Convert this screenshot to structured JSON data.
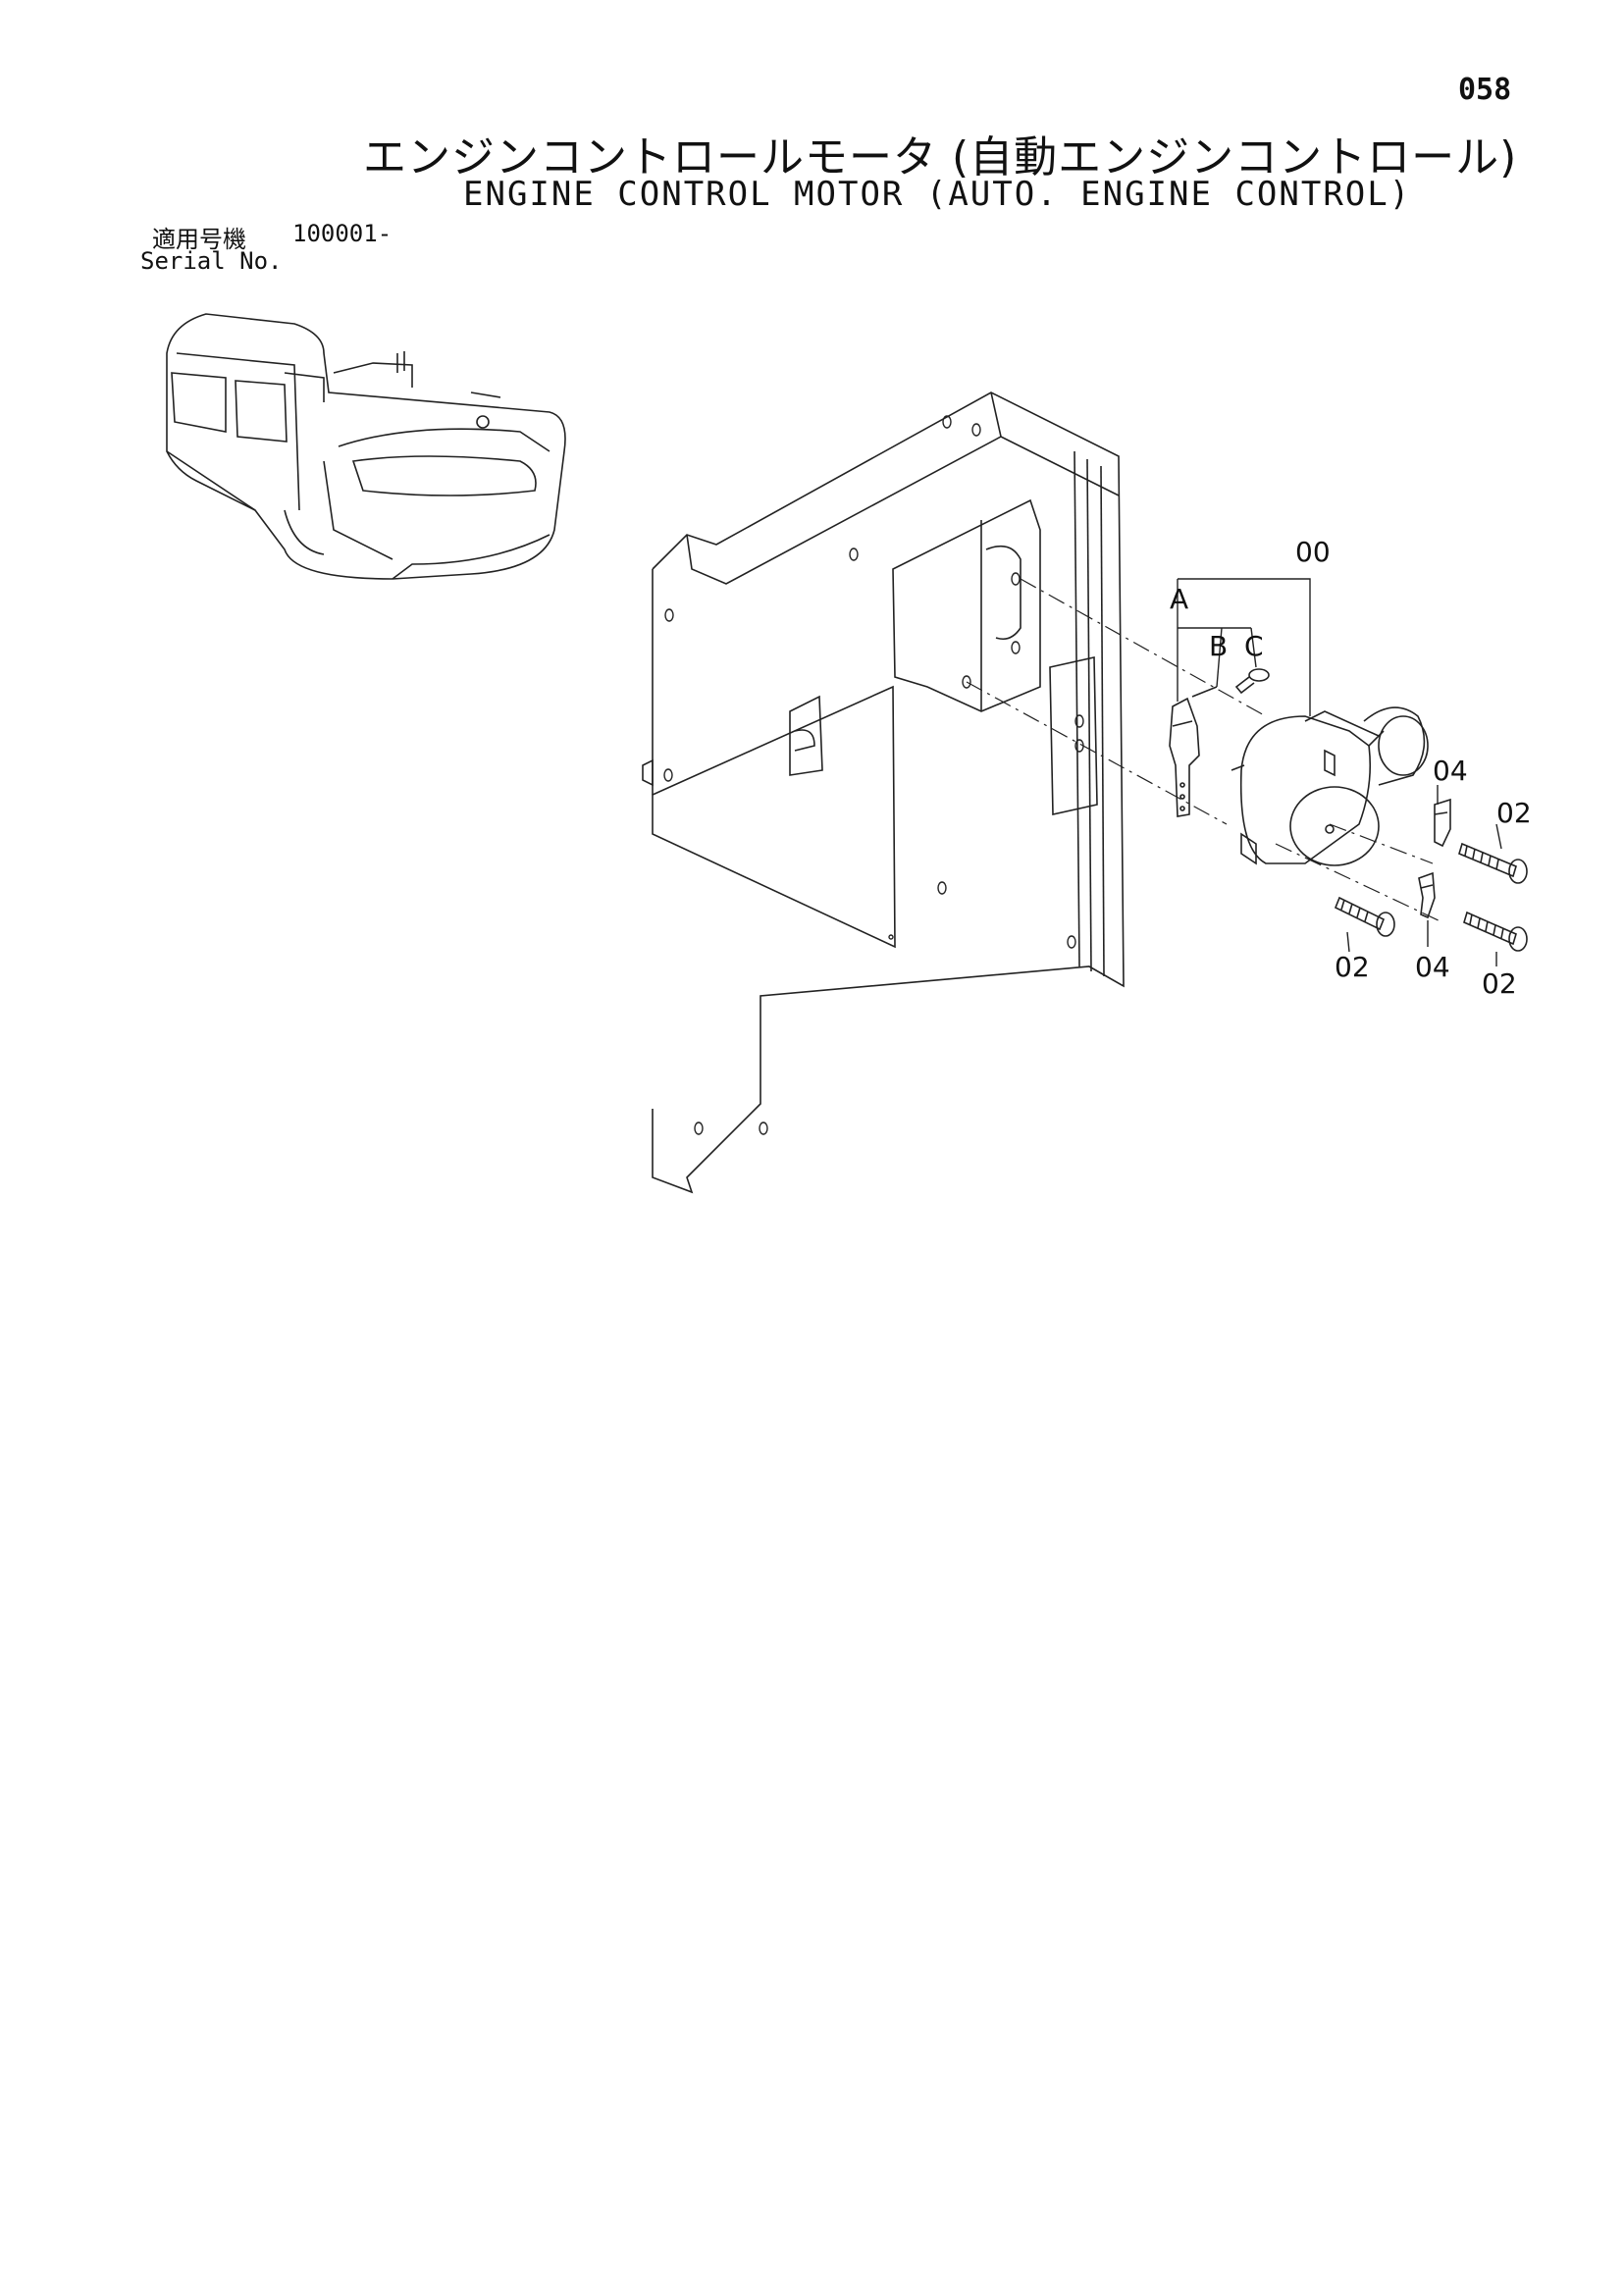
{
  "page_number": "058",
  "title_jp": "エンジンコントロールモータ (自動エンジンコントロール)",
  "title_en": "ENGINE CONTROL MOTOR (AUTO. ENGINE CONTROL)",
  "serial": {
    "label_jp": "適用号機",
    "range": "100001-",
    "label_en": "Serial No."
  },
  "callouts": {
    "assembly": "00",
    "sub_a": "A",
    "sub_b": "B",
    "sub_c": "C",
    "bolt_upper_right": "02",
    "bolt_lower_left": "02",
    "bolt_lower_right": "02",
    "bracket_upper": "04",
    "bracket_lower": "04"
  }
}
